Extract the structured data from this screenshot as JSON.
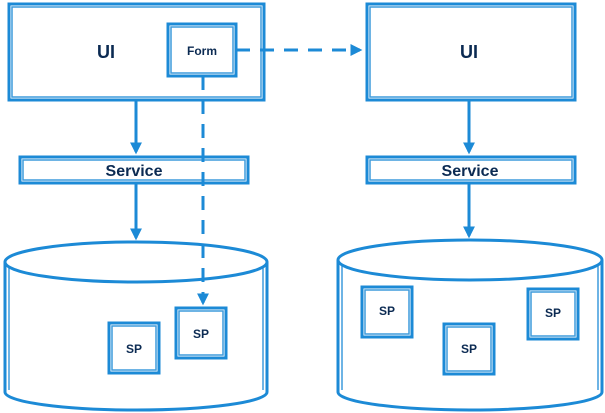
{
  "colors": {
    "stroke": "#1c8ad6",
    "text": "#0b2a52",
    "background": "#ffffff"
  },
  "left": {
    "ui_label": "UI",
    "form_label": "Form",
    "service_label": "Service",
    "sp_labels": [
      "SP",
      "SP"
    ]
  },
  "right": {
    "ui_label": "UI",
    "service_label": "Service",
    "sp_labels": [
      "SP",
      "SP",
      "SP"
    ]
  },
  "edges": [
    {
      "from": "left-ui",
      "to": "left-service",
      "style": "solid"
    },
    {
      "from": "left-service",
      "to": "left-database",
      "style": "solid"
    },
    {
      "from": "left-form",
      "to": "right-ui",
      "style": "dashed"
    },
    {
      "from": "left-form",
      "to": "left-sp-2",
      "style": "dashed"
    },
    {
      "from": "right-ui",
      "to": "right-service",
      "style": "solid"
    },
    {
      "from": "right-service",
      "to": "right-database",
      "style": "solid"
    }
  ]
}
